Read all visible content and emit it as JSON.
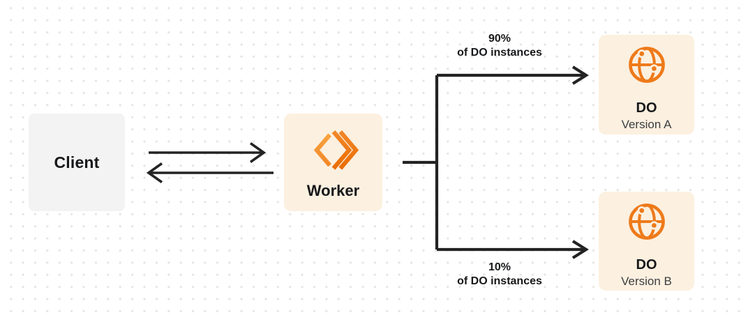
{
  "colors": {
    "background": "#ffffff",
    "dot_grid": "#e6e5e3",
    "arrow": "#232323",
    "text_primary": "#17181a",
    "text_secondary": "#3c3e41",
    "client_box_bg": "#f3f3f4",
    "orange_box_bg": "#fcf0e0",
    "accent_orange": "#ee7a1a",
    "worker_gradient_light": "#f8a440",
    "worker_gradient_mid": "#f18727",
    "worker_gradient_dark": "#ea6d05"
  },
  "nodes": {
    "client": {
      "label": "Client"
    },
    "worker": {
      "label": "Worker",
      "icon": "cloudflare-workers-icon"
    },
    "do_version_a": {
      "title": "DO",
      "subtitle": "Version A",
      "icon": "durable-objects-globe-icon"
    },
    "do_version_b": {
      "title": "DO",
      "subtitle": "Version B",
      "icon": "durable-objects-globe-icon"
    }
  },
  "edges": {
    "client_worker": {
      "direction": "bidirectional"
    },
    "split_top": {
      "percent": "90%",
      "caption": "of DO instances"
    },
    "split_bottom": {
      "percent": "10%",
      "caption": "of DO instances"
    }
  }
}
